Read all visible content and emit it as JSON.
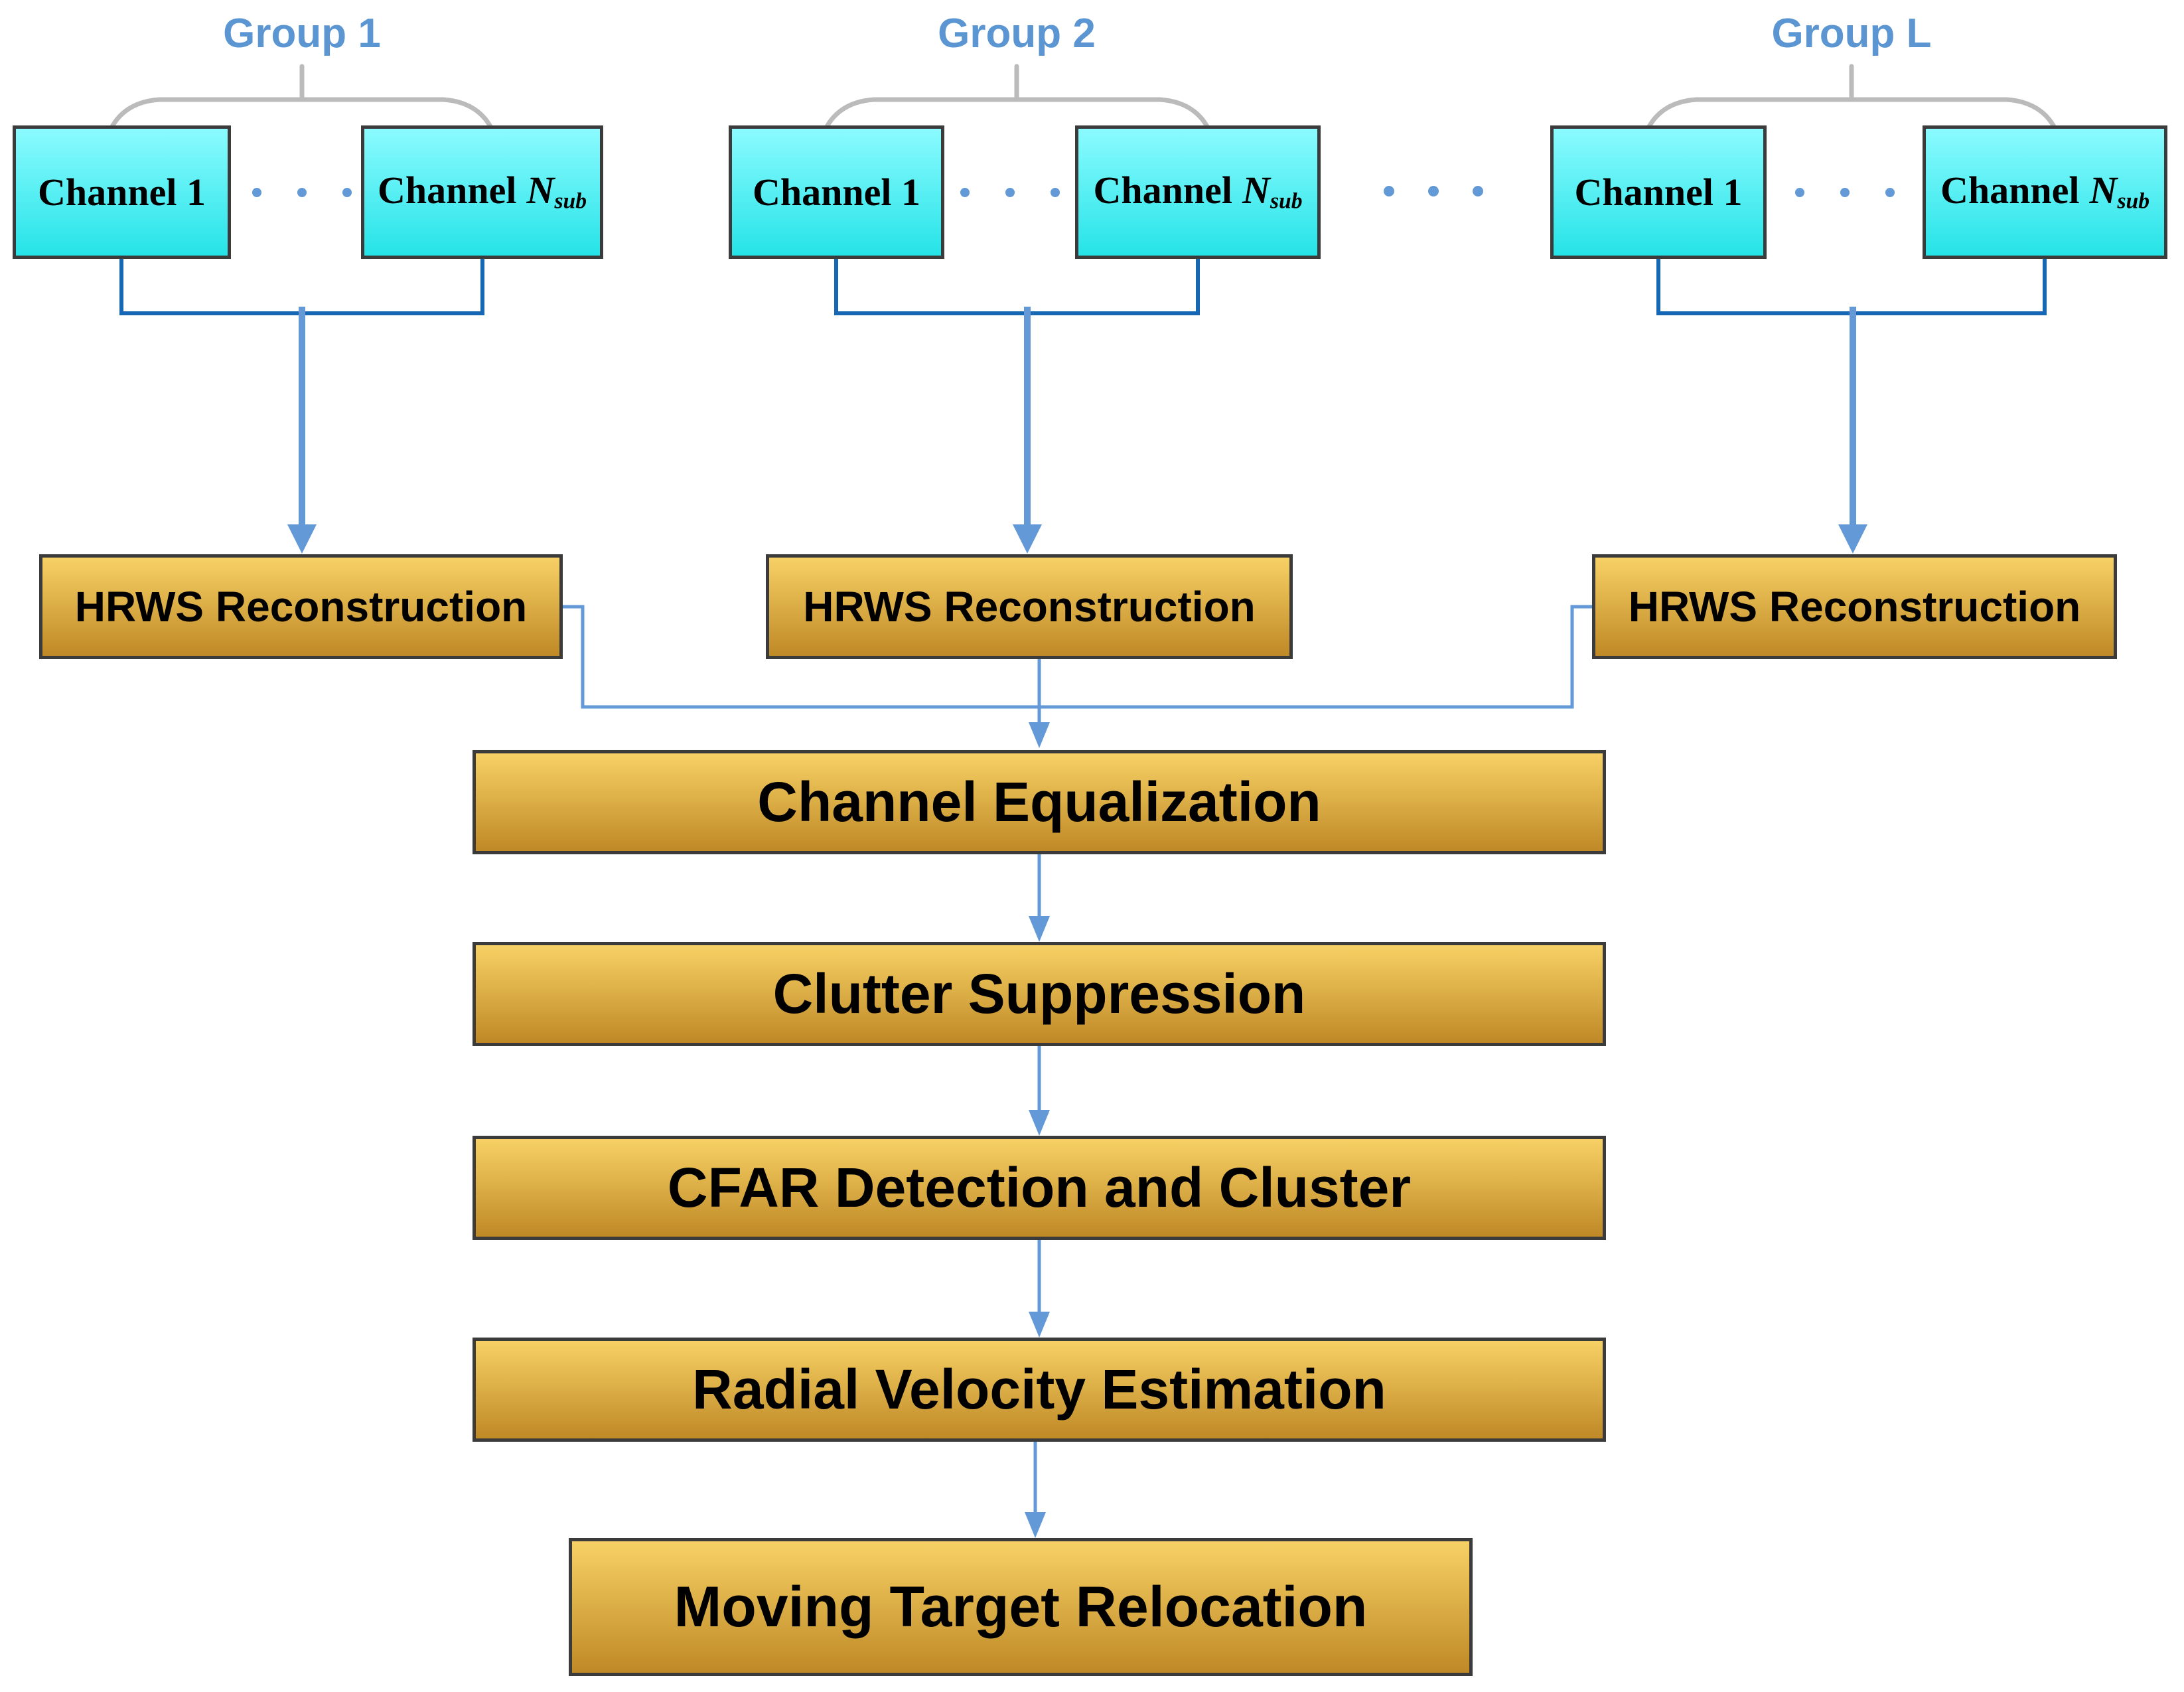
{
  "diagram_type": "flowchart",
  "colors": {
    "accent_blue": "#6299D6",
    "dark_blue": "#1668B5",
    "label_blue": "#5B96D2",
    "brace_gray": "#BBBBBB",
    "border_dark": "#3B3B3B",
    "cyan_top": "#8BFBFF",
    "cyan_bottom": "#25E3E7",
    "gold_top": "#F7D165",
    "gold_bottom": "#BF8926",
    "background": "#FFFFFF",
    "text_black": "#000000"
  },
  "groups": [
    {
      "label": "Group 1",
      "channel_first": "Channel 1",
      "channel_last_prefix": "Channel",
      "channel_last_var": "N",
      "channel_last_sub": "sub"
    },
    {
      "label": "Group 2",
      "channel_first": "Channel 1",
      "channel_last_prefix": "Channel",
      "channel_last_var": "N",
      "channel_last_sub": "sub"
    },
    {
      "label": "Group L",
      "channel_first": "Channel 1",
      "channel_last_prefix": "Channel",
      "channel_last_var": "N",
      "channel_last_sub": "sub"
    }
  ],
  "hrws": [
    {
      "label": "HRWS Reconstruction"
    },
    {
      "label": "HRWS Reconstruction"
    },
    {
      "label": "HRWS Reconstruction"
    }
  ],
  "pipeline": [
    {
      "label": "Channel Equalization"
    },
    {
      "label": "Clutter Suppression"
    },
    {
      "label": "CFAR Detection and Cluster"
    },
    {
      "label": "Radial Velocity Estimation"
    },
    {
      "label": "Moving Target Relocation"
    }
  ]
}
